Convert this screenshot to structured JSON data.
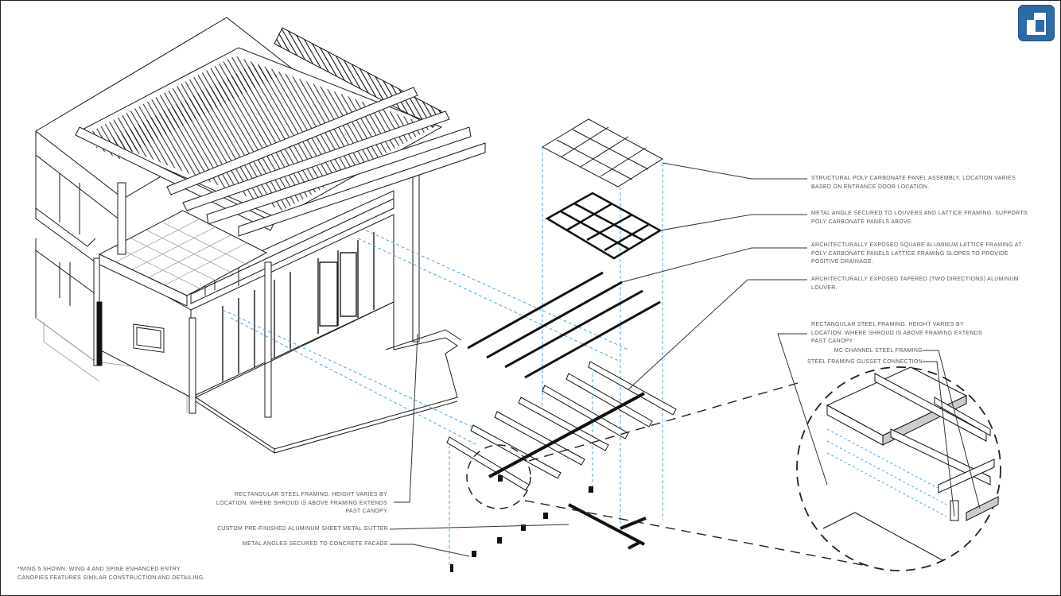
{
  "notes": {
    "panel_assembly": "STRUCTURAL POLY CARBONATE PANEL ASSEMBLY. LOCATION VARIES BASED ON ENTRANCE DOOR LOCATION.",
    "metal_angle": "METAL ANGLE SECURED TO LOUVERS AND LATTICE FRAMING. SUPPORTS POLY CARBONATE PANELS ABOVE.",
    "lattice_framing": "ARCHITECTURALLY EXPOSED SQUARE ALUMINUM LATTICE FRAMING AT POLY CARBONATE PANELS LATTICE FRAMING SLOPES TO PROVIDE POSITIVE DRAINAGE.",
    "louver": "ARCHITECTURALLY EXPOSED TAPERED (TWO DIRECTIONS) ALUMINUM LOUVER.",
    "steel_framing_detail": "RECTANGULAR STEEL FRAMING. HEIGHT VARIES BY LOCATION. WHERE SHROUD IS ABOVE FRAMING EXTENDS PAST CANOPY",
    "mc_channel": "MC CHANNEL STEEL FRAMING",
    "gusset": "STEEL FRAMING GUSSET CONNECTION",
    "steel_framing_left": "RECTANGULAR STEEL FRAMING. HEIGHT VARIES BY LOCATION. WHERE SHROUD IS ABOVE FRAMING EXTENDS PAST CANOPY",
    "gutter": "CUSTOM PRE-FINISHED ALUMINUM SHEET METAL GUTTER",
    "metal_angles_facade": "METAL ANGLES SECURED TO CONCRETE FACADE",
    "footnote": "*WING 5 SHOWN. WING 4 AND SPINE ENHANCED ENTRY CANOPIES FEATURES SIMILAR CONSTRUCTION AND DETAILING."
  },
  "colors": {
    "line": "#1a1a1a",
    "leader": "#333333",
    "dashed_blue": "#4aa8d8",
    "logo": "#2f6aa8"
  },
  "icons": {
    "logo": "firm-logo-icon"
  }
}
